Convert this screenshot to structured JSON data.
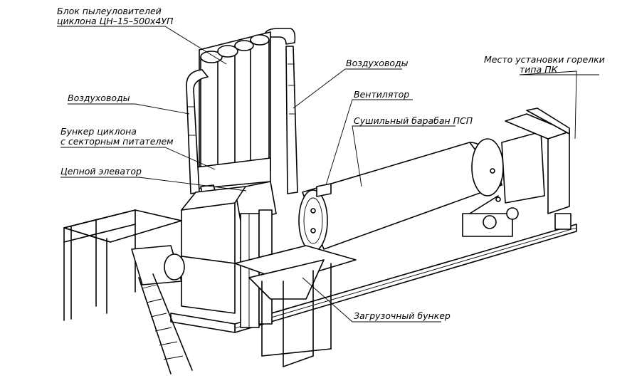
{
  "labels": {
    "dust_collector_line1": "Блок пылеуловителей",
    "dust_collector_line2": "циклона ЦН–15–500х4УП",
    "air_ducts_right": "Воздуховоды",
    "burner_line1": "Место установки горелки",
    "burner_line2": "типа ПК",
    "air_ducts_left": "Воздуховоды",
    "fan": "Вентилятор",
    "dryer_drum": "Сушильный барабан ПСП",
    "cyclone_hopper_line1": "Бункер циклона",
    "cyclone_hopper_line2": "с секторным питателем",
    "chain_elevator": "Цепной элеватор",
    "loading_hopper": "Загрузочный бункер"
  }
}
